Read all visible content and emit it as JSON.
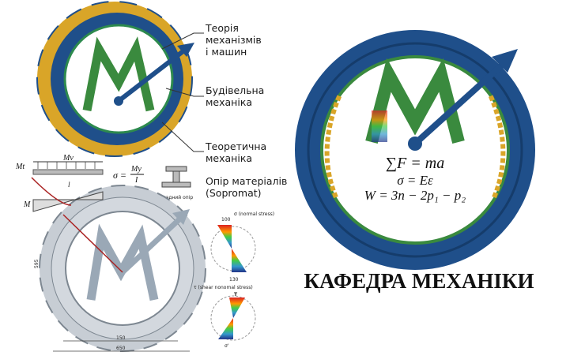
{
  "labels": {
    "tmm": [
      "Теорія",
      "механізмів",
      "і машин"
    ],
    "structural": [
      "Будівельна",
      "механіка"
    ],
    "theoretical": [
      "Теоретична",
      "механіка"
    ],
    "strength": [
      "Опір матеріалів",
      "(Sopromat)"
    ],
    "complex": "Складний опір"
  },
  "beam": {
    "my_top": "Mv",
    "mt": "Mt",
    "l": "l",
    "m": "M",
    "formula_sigma": "σ =",
    "formula_num": "My",
    "formula_den": "I"
  },
  "stress": {
    "normal_label": "σ (normal stress)",
    "shear_label": "τ (shear nonomal stress)",
    "dim_100": "100",
    "dim_130": "130",
    "tau": "T",
    "sigma": "σ'",
    "dim_150": "150",
    "dim_650": "650",
    "dim_side": "595"
  },
  "formulas": [
    "∑F = ma",
    "σ = Eε",
    "W = 3n − 2p₁ − p₂"
  ],
  "title": "КАФЕДРА МЕХАНІКИ",
  "colors": {
    "blue": "#1f4f8a",
    "gold": "#d9a528",
    "green": "#3a8a3e",
    "gray": "#c7cdd4"
  }
}
